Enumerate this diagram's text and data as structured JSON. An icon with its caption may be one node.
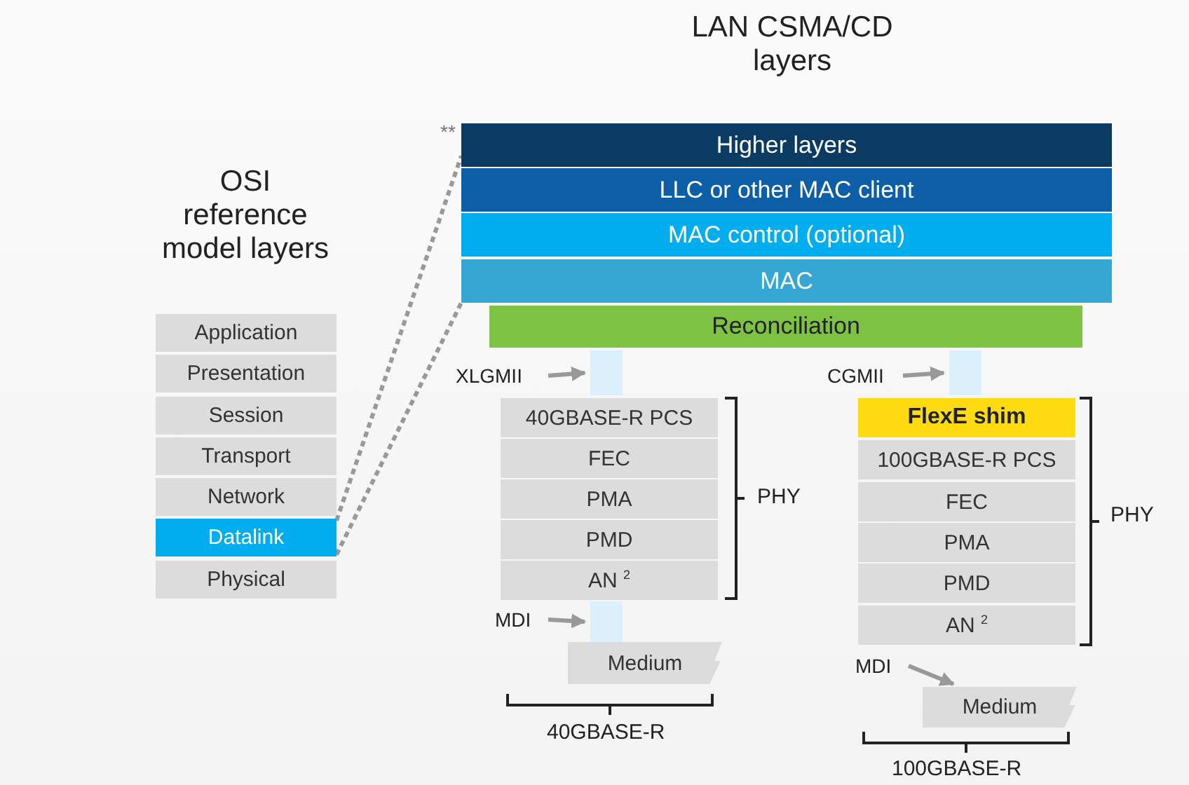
{
  "diagram": {
    "nodes": [
      {
        "text": [
          "Application"
        ]
      },
      {
        "text": [
          "Presentation"
        ]
      },
      {
        "text": [
          "Session"
        ]
      },
      {
        "text": [
          "Transport"
        ]
      },
      {
        "text": [
          "Network"
        ]
      },
      {
        "text": [
          "Datalink"
        ]
      },
      {
        "text": [
          "Physical"
        ]
      },
      {
        "text": [
          "Higher layers"
        ]
      },
      {
        "text": [
          "LLC or other MAC client"
        ]
      },
      {
        "text": [
          "MAC control (optional)"
        ]
      },
      {
        "text": [
          "MAC"
        ]
      },
      {
        "text": [
          "Reconciliation"
        ]
      },
      {
        "text": [
          "40GBASE-R PCS"
        ]
      },
      {
        "text": [
          "FEC"
        ]
      },
      {
        "text": [
          "PMA"
        ]
      },
      {
        "text": [
          "PMD"
        ]
      },
      {
        "text": [
          "AN $^{2}$"
        ]
      },
      {
        "text": [
          "Medium"
        ]
      },
      {
        "text": [
          "FlexE shim"
        ]
      },
      {
        "text": [
          "100GBASE-R PCS"
        ]
      },
      {
        "text": [
          "FEC"
        ]
      },
      {
        "text": [
          "PMA"
        ]
      },
      {
        "text": [
          "PMD"
        ]
      },
      {
        "text": [
          "AN $^{2}$"
        ]
      },
      {
        "text": [
          "Medium"
        ]
      },
      {
        "text": [
          "XLGMII"
        ]
      },
      {
        "text": [],
        "shape": "bar"
      },
      {
        "text": [
          "MDI"
        ]
      },
      {
        "text": [],
        "shape": "bar"
      },
      {
        "text": [
          "CGMII"
        ]
      },
      {
        "text": [],
        "shape": "bar"
      },
      {
        "text": [
          "MDI"
        ]
      }
    ],
    "edges": [
      {
        "from": 5,
        "to": 7,
        "arrow": "none",
        "style": "dashed"
      },
      {
        "from": 5,
        "to": 10,
        "arrow": "none",
        "style": "dashed"
      },
      {
        "from": 25,
        "to": 26,
        "arrow": "to"
      },
      {
        "from": 27,
        "to": 28,
        "arrow": "to"
      },
      {
        "from": 29,
        "to": 30,
        "arrow": "to"
      },
      {
        "from": 31,
        "to": 24,
        "arrow": "to"
      }
    ],
    "labels": [
      "LAN CSMA/CD layers",
      "OSI reference model layers",
      "**",
      "PHY",
      "PHY",
      "40GBASE-R",
      "100GBASE-R"
    ]
  }
}
